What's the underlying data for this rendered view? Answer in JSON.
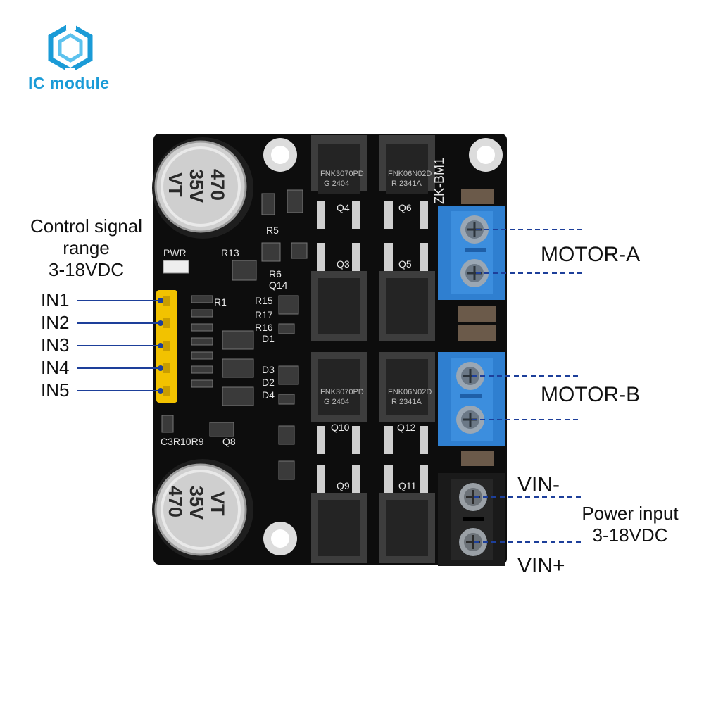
{
  "brand": {
    "name": "IC module",
    "accent": "#1a9bd7"
  },
  "left_note": {
    "line1": "Control signal",
    "line2": "range",
    "line3": "3-18VDC"
  },
  "inputs": [
    "IN1",
    "IN2",
    "IN3",
    "IN4",
    "IN5"
  ],
  "motors": {
    "a": "MOTOR-A",
    "b": "MOTOR-B"
  },
  "power": {
    "vin_minus": "VIN-",
    "vin_plus": "VIN+",
    "label1": "Power input",
    "label2": "3-18VDC"
  },
  "board": {
    "model": "ZK-BM1",
    "cap_top": [
      "470",
      "35V",
      "VT"
    ],
    "cap_bottom": [
      "470",
      "35V",
      "VT"
    ],
    "mosfet_a": [
      "FNK3070PD",
      "G  2404"
    ],
    "mosfet_b": [
      "FNK06N02D",
      "R  2341A"
    ],
    "silkscreen": [
      "PWR",
      "R13",
      "R5",
      "R6",
      "Q14",
      "R15",
      "R17",
      "R16",
      "Q4",
      "Q6",
      "Q3",
      "Q5",
      "Q10",
      "Q12",
      "Q9",
      "Q11",
      "R1",
      "C3R10R9",
      "Q8",
      "D1",
      "D3",
      "D2",
      "D4"
    ]
  },
  "colors": {
    "pcb": "#0d0d0d",
    "terminal_blue": "#2f7fd0",
    "terminal_black": "#1a1a1a",
    "header": "#f2c200",
    "leader_line": "#1d3f9a"
  }
}
